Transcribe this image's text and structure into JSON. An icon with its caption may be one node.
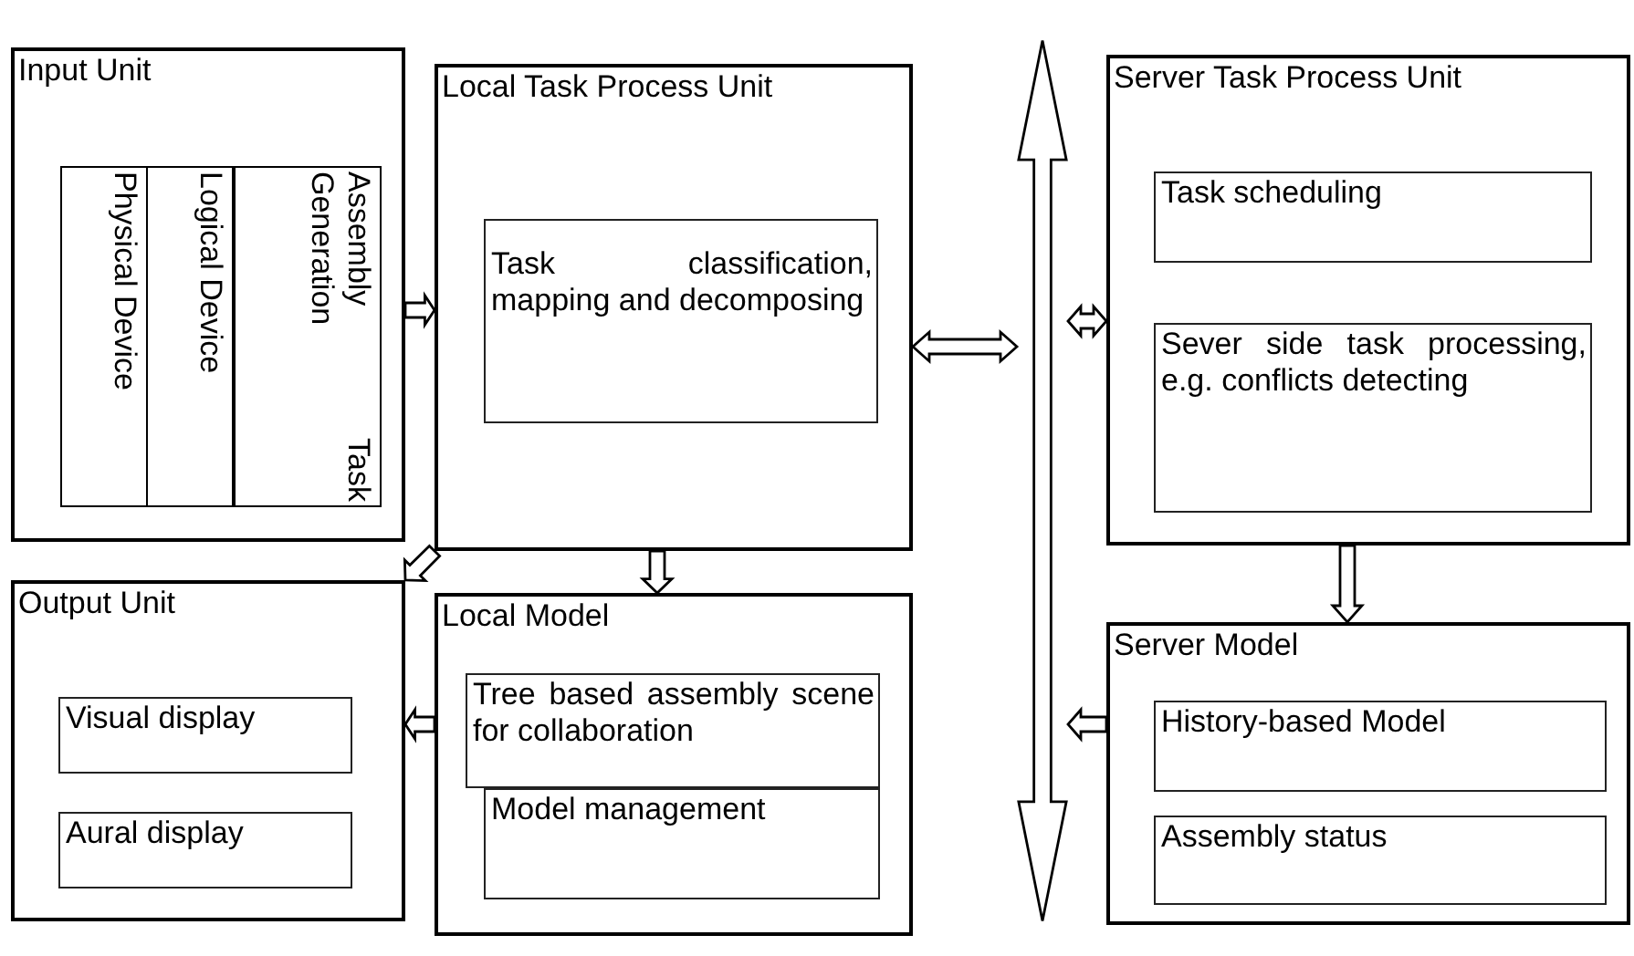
{
  "diagram": {
    "nodes": [
      {
        "text": [
          "Input Unit"
        ]
      },
      {
        "text": [
          "Physical Device"
        ],
        "in": 0
      },
      {
        "text": [
          "Logical Device"
        ],
        "in": 0
      },
      {
        "text": [
          "Assembly Task Generation"
        ],
        "in": 0
      },
      {
        "text": [
          "Local Task Process Unit"
        ]
      },
      {
        "text": [
          "Task classification, mapping and decomposing"
        ],
        "in": 4
      },
      {
        "text": [],
        "shape": "arrow"
      },
      {
        "text": [
          "Server Task Process Unit"
        ]
      },
      {
        "text": [
          "Task scheduling"
        ],
        "in": 7
      },
      {
        "text": [
          "Sever side task processing, e.g. conflicts detecting"
        ],
        "in": 7
      },
      {
        "text": [
          "Output Unit"
        ]
      },
      {
        "text": [
          "Visual display"
        ],
        "in": 10
      },
      {
        "text": [
          "Aural display"
        ],
        "in": 10
      },
      {
        "text": [
          "Local Model"
        ]
      },
      {
        "text": [
          "Tree based assembly scene for collaboration"
        ],
        "in": 13
      },
      {
        "text": [
          "Model management"
        ],
        "in": 13
      },
      {
        "text": [
          "Server Model"
        ]
      },
      {
        "text": [
          "History-based Model"
        ],
        "in": 16
      },
      {
        "text": [
          "Assembly status"
        ],
        "in": 16
      }
    ],
    "edges": [
      {
        "from": 0,
        "to": 4,
        "arrow": "to"
      },
      {
        "from": 4,
        "to": 6,
        "arrow": "both"
      },
      {
        "from": 6,
        "to": 7,
        "arrow": "both"
      },
      {
        "from": 4,
        "to": 10,
        "arrow": "to"
      },
      {
        "from": 4,
        "to": 13,
        "arrow": "to"
      },
      {
        "from": 7,
        "to": 16,
        "arrow": "to"
      },
      {
        "from": 16,
        "to": 6,
        "arrow": "to"
      },
      {
        "from": 13,
        "to": 10,
        "arrow": "to"
      }
    ]
  }
}
